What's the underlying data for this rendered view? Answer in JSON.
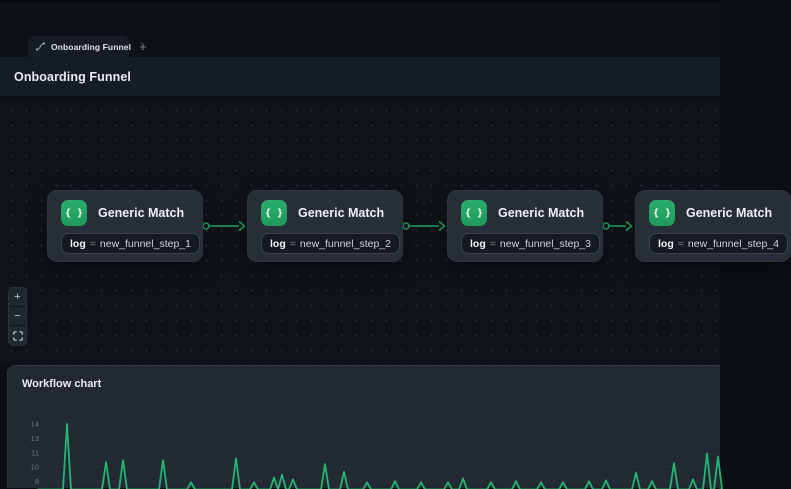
{
  "tab_bar": {
    "tab": {
      "label": "Onboarding Funnel",
      "icon": "workflow-icon",
      "menu_glyph": "⋮"
    },
    "new_tab_glyph": "+"
  },
  "header": {
    "title": "Onboarding Funnel"
  },
  "canvas": {
    "node_icon_glyph": "{ }",
    "nodes": [
      {
        "title": "Generic Match",
        "param_key": "log",
        "param_op": "=",
        "param_value": "new_funnel_step_1"
      },
      {
        "title": "Generic Match",
        "param_key": "log",
        "param_op": "=",
        "param_value": "new_funnel_step_2"
      },
      {
        "title": "Generic Match",
        "param_key": "log",
        "param_op": "=",
        "param_value": "new_funnel_step_3"
      },
      {
        "title": "Generic Match",
        "param_key": "log",
        "param_op": "=",
        "param_value": "new_funnel_step_4"
      }
    ],
    "zoom_controls": {
      "zoom_in_glyph": "+",
      "zoom_out_glyph": "−",
      "fit_view_icon": "fit-view-icon"
    }
  },
  "chart_panel": {
    "title": "Workflow chart"
  },
  "chart_data": {
    "type": "line",
    "title": "Workflow chart",
    "color": "#23b571",
    "grid": "dotted horizontal gridlines, dark theme",
    "legend": "none",
    "y_ticks": [
      "14",
      "13",
      "11",
      "10",
      "8"
    ],
    "y_axis_note": "gridlines evenly spaced, step 1.5 (14, 12.5, 11, 9.5, 8); chart cut off at bottom of viewport",
    "ylim_visible": [
      7.2,
      14.6
    ],
    "baseline": 7.15,
    "spikes": [
      [
        66,
        14.0
      ],
      [
        105,
        10.0
      ],
      [
        122,
        10.2
      ],
      [
        162,
        10.2
      ],
      [
        190,
        7.9
      ],
      [
        235,
        10.4
      ],
      [
        253,
        7.9
      ],
      [
        273,
        8.4
      ],
      [
        281,
        8.7
      ],
      [
        292,
        8.2
      ],
      [
        324,
        9.8
      ],
      [
        343,
        9.0
      ],
      [
        366,
        7.9
      ],
      [
        394,
        8.0
      ],
      [
        420,
        7.9
      ],
      [
        447,
        7.9
      ],
      [
        462,
        8.3
      ],
      [
        490,
        7.9
      ],
      [
        515,
        8.0
      ],
      [
        540,
        7.9
      ],
      [
        562,
        7.9
      ],
      [
        588,
        8.0
      ],
      [
        605,
        8.1
      ],
      [
        635,
        8.9
      ],
      [
        651,
        8.0
      ],
      [
        673,
        9.9
      ],
      [
        692,
        8.2
      ],
      [
        706,
        10.9
      ],
      [
        717,
        10.6
      ]
    ]
  },
  "colors": {
    "accent_green": "#23a164",
    "edge_green": "#1fa666",
    "chart_green": "#23b571",
    "canvas_bg": "#0f1318",
    "panel_bg": "#222933",
    "node_bg": "#272e38"
  }
}
